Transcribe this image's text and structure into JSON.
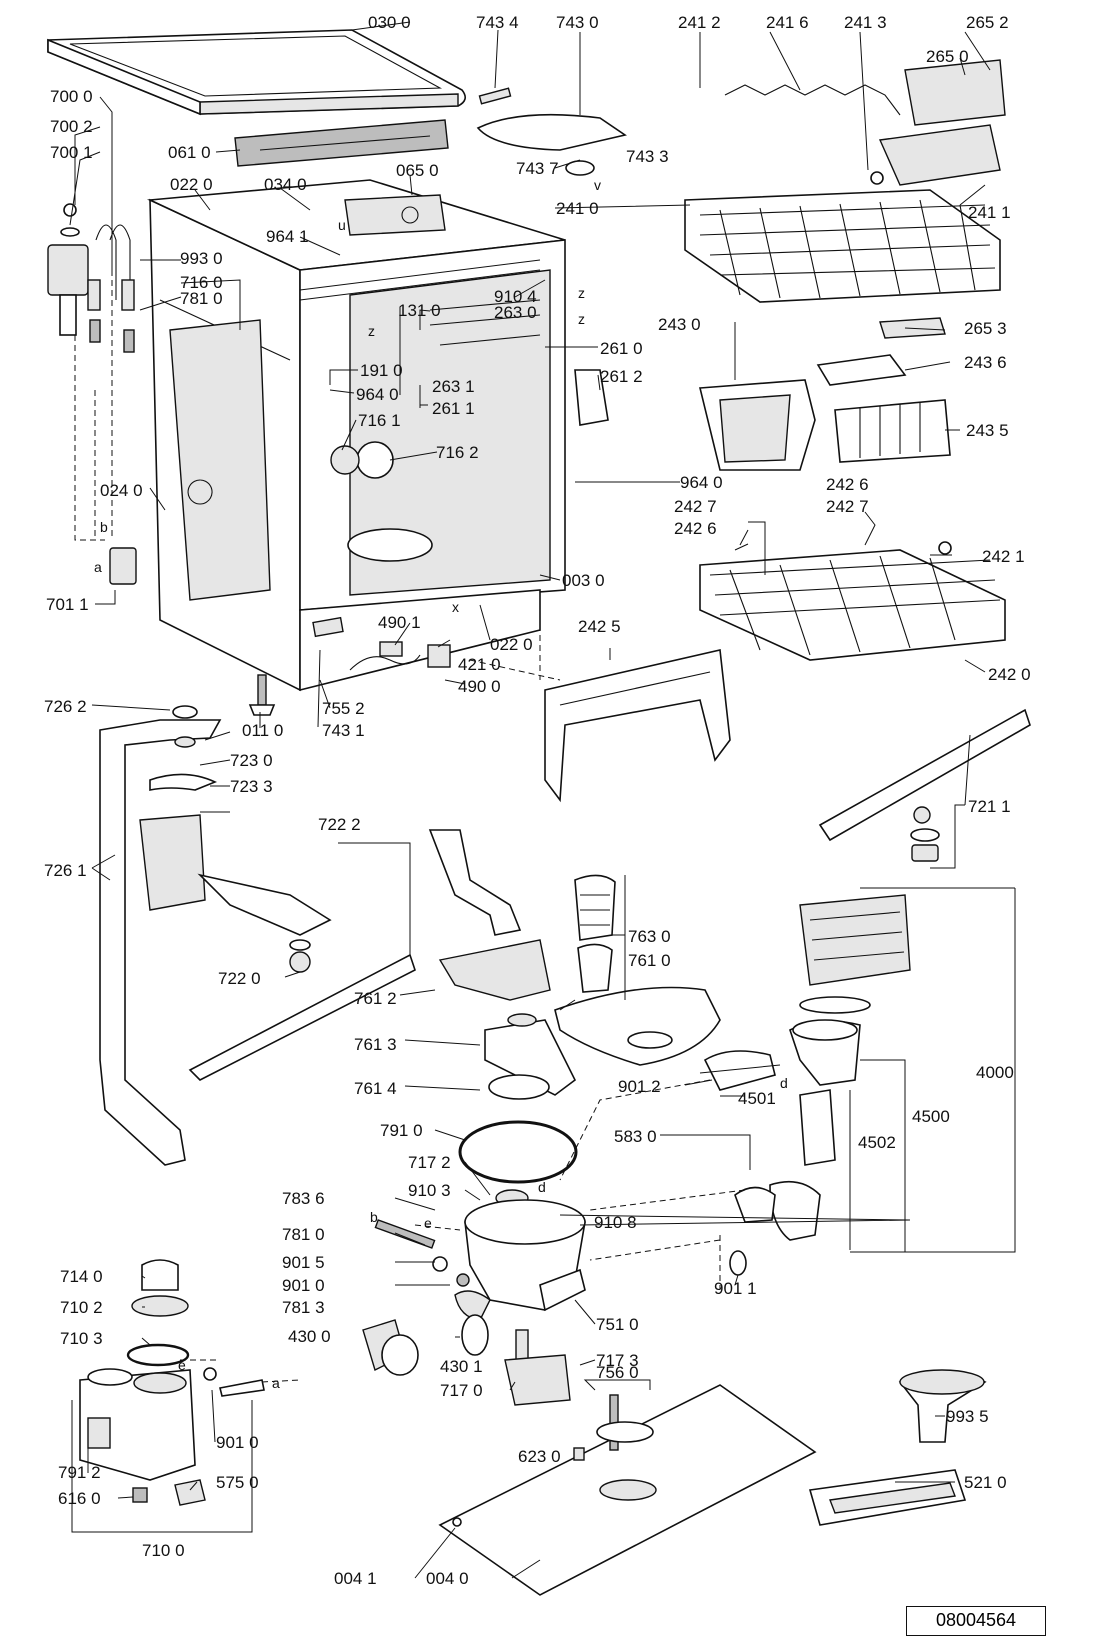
{
  "drawing_number": "08004564",
  "callouts": [
    {
      "id": "c0300",
      "label": "030 0"
    },
    {
      "id": "c7434",
      "label": "743 4"
    },
    {
      "id": "c7430",
      "label": "743 0"
    },
    {
      "id": "c2412",
      "label": "241 2"
    },
    {
      "id": "c2416",
      "label": "241 6"
    },
    {
      "id": "c2413",
      "label": "241 3"
    },
    {
      "id": "c2652",
      "label": "265 2"
    },
    {
      "id": "c2650",
      "label": "265 0"
    },
    {
      "id": "c7000",
      "label": "700 0"
    },
    {
      "id": "c7002",
      "label": "700 2"
    },
    {
      "id": "c7001",
      "label": "700 1"
    },
    {
      "id": "c0610",
      "label": "061 0"
    },
    {
      "id": "c0220",
      "label": "022 0"
    },
    {
      "id": "c0340",
      "label": "034 0"
    },
    {
      "id": "c0650",
      "label": "065 0"
    },
    {
      "id": "c7437",
      "label": "743 7"
    },
    {
      "id": "c7433",
      "label": "743 3"
    },
    {
      "id": "c2410",
      "label": "241 0"
    },
    {
      "id": "c2411",
      "label": "241 1"
    },
    {
      "id": "c9641",
      "label": "964 1"
    },
    {
      "id": "c9930",
      "label": "993 0"
    },
    {
      "id": "c7160",
      "label": "716 0"
    },
    {
      "id": "c7810",
      "label": "781 0"
    },
    {
      "id": "c9104",
      "label": "910 4"
    },
    {
      "id": "c1310",
      "label": "131 0"
    },
    {
      "id": "c2630",
      "label": "263 0"
    },
    {
      "id": "c2430",
      "label": "243 0"
    },
    {
      "id": "c2653",
      "label": "265 3"
    },
    {
      "id": "c2610",
      "label": "261 0"
    },
    {
      "id": "c2436",
      "label": "243 6"
    },
    {
      "id": "c1910",
      "label": "191 0"
    },
    {
      "id": "c2612",
      "label": "261 2"
    },
    {
      "id": "c9640",
      "label": "964 0"
    },
    {
      "id": "c2631",
      "label": "263 1"
    },
    {
      "id": "c2611",
      "label": "261 1"
    },
    {
      "id": "c2435",
      "label": "243 5"
    },
    {
      "id": "c7161",
      "label": "716 1"
    },
    {
      "id": "c7162",
      "label": "716 2"
    },
    {
      "id": "c9640b",
      "label": "964 0"
    },
    {
      "id": "c2426a",
      "label": "242 6"
    },
    {
      "id": "c2427a",
      "label": "242 7"
    },
    {
      "id": "c2427b",
      "label": "242 7"
    },
    {
      "id": "c2426b",
      "label": "242 6"
    },
    {
      "id": "c0240",
      "label": "024 0"
    },
    {
      "id": "c2421",
      "label": "242 1"
    },
    {
      "id": "c0030",
      "label": "003 0"
    },
    {
      "id": "c7011",
      "label": "701 1"
    },
    {
      "id": "c4901",
      "label": "490 1"
    },
    {
      "id": "c0220b",
      "label": "022 0"
    },
    {
      "id": "c2425",
      "label": "242 5"
    },
    {
      "id": "c4210",
      "label": "421 0"
    },
    {
      "id": "c4900",
      "label": "490 0"
    },
    {
      "id": "c2420",
      "label": "242 0"
    },
    {
      "id": "c0110",
      "label": "011 0"
    },
    {
      "id": "c7552",
      "label": "755 2"
    },
    {
      "id": "c7431",
      "label": "743 1"
    },
    {
      "id": "c7262",
      "label": "726 2"
    },
    {
      "id": "c7230",
      "label": "723 0"
    },
    {
      "id": "c7233",
      "label": "723 3"
    },
    {
      "id": "c7211",
      "label": "721 1"
    },
    {
      "id": "c7222",
      "label": "722 2"
    },
    {
      "id": "c7261",
      "label": "726 1"
    },
    {
      "id": "c7630",
      "label": "763 0"
    },
    {
      "id": "c7610",
      "label": "761 0"
    },
    {
      "id": "c7220",
      "label": "722 0"
    },
    {
      "id": "c7612",
      "label": "761 2"
    },
    {
      "id": "c7613",
      "label": "761 3"
    },
    {
      "id": "c4000",
      "label": "4000"
    },
    {
      "id": "c7614",
      "label": "761 4"
    },
    {
      "id": "c9012",
      "label": "901 2"
    },
    {
      "id": "c4501",
      "label": "4501"
    },
    {
      "id": "c4500",
      "label": "4500"
    },
    {
      "id": "c4502",
      "label": "4502"
    },
    {
      "id": "c7910",
      "label": "791 0"
    },
    {
      "id": "c5830",
      "label": "583 0"
    },
    {
      "id": "c7172",
      "label": "717 2"
    },
    {
      "id": "c9103",
      "label": "910 3"
    },
    {
      "id": "c7836",
      "label": "783 6"
    },
    {
      "id": "c9108",
      "label": "910 8"
    },
    {
      "id": "c7810b",
      "label": "781 0"
    },
    {
      "id": "c9015",
      "label": "901 5"
    },
    {
      "id": "c9010",
      "label": "901 0"
    },
    {
      "id": "c7140",
      "label": "714 0"
    },
    {
      "id": "c9011",
      "label": "901 1"
    },
    {
      "id": "c7813",
      "label": "781 3"
    },
    {
      "id": "c7102",
      "label": "710 2"
    },
    {
      "id": "c7510",
      "label": "751 0"
    },
    {
      "id": "c7103",
      "label": "710 3"
    },
    {
      "id": "c4300",
      "label": "430 0"
    },
    {
      "id": "c7173",
      "label": "717 3"
    },
    {
      "id": "c4301",
      "label": "430 1"
    },
    {
      "id": "c7560",
      "label": "756 0"
    },
    {
      "id": "c7170",
      "label": "717 0"
    },
    {
      "id": "c9935",
      "label": "993 5"
    },
    {
      "id": "c9010b",
      "label": "901 0"
    },
    {
      "id": "c7912",
      "label": "791 2"
    },
    {
      "id": "c6230",
      "label": "623 0"
    },
    {
      "id": "c5750",
      "label": "575 0"
    },
    {
      "id": "c5210",
      "label": "521 0"
    },
    {
      "id": "c6160",
      "label": "616 0"
    },
    {
      "id": "c7100",
      "label": "710 0"
    },
    {
      "id": "c0041",
      "label": "004 1"
    },
    {
      "id": "c0040",
      "label": "004 0"
    }
  ],
  "connector_letters": [
    {
      "id": "la",
      "label": "a"
    },
    {
      "id": "lb",
      "label": "b"
    },
    {
      "id": "lz1",
      "label": "z"
    },
    {
      "id": "lz2",
      "label": "z"
    },
    {
      "id": "lz3",
      "label": "z"
    },
    {
      "id": "lu",
      "label": "u"
    },
    {
      "id": "lv",
      "label": "v"
    },
    {
      "id": "lx",
      "label": "x"
    },
    {
      "id": "ld1",
      "label": "d"
    },
    {
      "id": "ld2",
      "label": "d"
    },
    {
      "id": "le1",
      "label": "e"
    },
    {
      "id": "lb2",
      "label": "b"
    },
    {
      "id": "le2",
      "label": "e"
    },
    {
      "id": "la2",
      "label": "a"
    }
  ]
}
